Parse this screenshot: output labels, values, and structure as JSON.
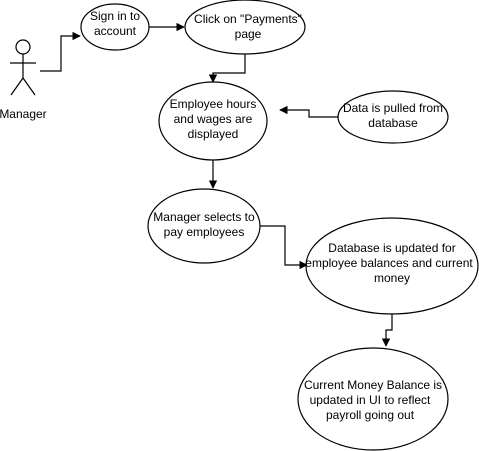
{
  "actor": {
    "label": "Manager"
  },
  "nodes": {
    "sign_in": {
      "lines": [
        "Sign in to",
        "account"
      ]
    },
    "payments_page": {
      "lines": [
        "Click on \"Payments\"",
        "page"
      ]
    },
    "hours_wages": {
      "lines": [
        "Employee hours",
        "and wages are",
        "displayed"
      ]
    },
    "data_pulled": {
      "lines": [
        "Data is pulled from",
        "database"
      ]
    },
    "pay_employees": {
      "lines": [
        "Manager selects to",
        "pay employees"
      ]
    },
    "db_updated": {
      "lines": [
        "Database is updated for",
        "employee balances and current",
        "money"
      ]
    },
    "balance_updated": {
      "lines": [
        "Current Money Balance is",
        "updated in UI to reflect",
        "payroll going out"
      ]
    }
  },
  "edges": [
    {
      "from": "actor",
      "to": "sign_in"
    },
    {
      "from": "sign_in",
      "to": "payments_page"
    },
    {
      "from": "payments_page",
      "to": "hours_wages"
    },
    {
      "from": "data_pulled",
      "to": "hours_wages"
    },
    {
      "from": "hours_wages",
      "to": "pay_employees"
    },
    {
      "from": "pay_employees",
      "to": "db_updated"
    },
    {
      "from": "db_updated",
      "to": "balance_updated"
    }
  ]
}
